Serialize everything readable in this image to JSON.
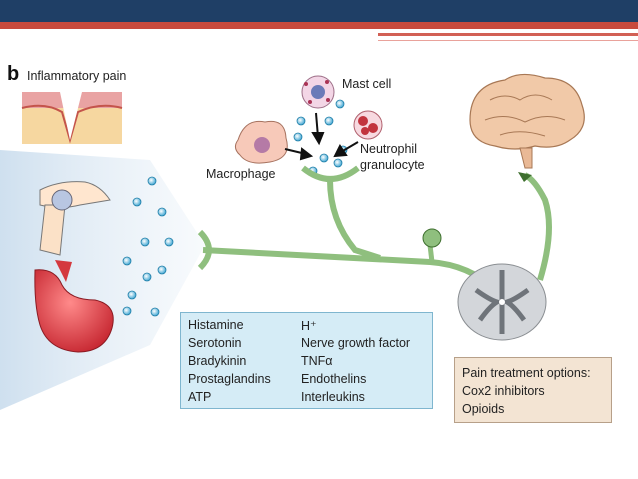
{
  "header": {
    "bar_color": "#1f3f66",
    "accent_color": "#c94a3d"
  },
  "figure": {
    "panel_letter": "b",
    "panel_title": "Inflammatory pain",
    "cells": {
      "mast": "Mast cell",
      "neutrophil_line1": "Neutrophil",
      "neutrophil_line2": "granulocyte",
      "macrophage": "Macrophage"
    },
    "mediators": {
      "left": [
        "Histamine",
        "Serotonin",
        "Bradykinin",
        "Prostaglandins",
        "ATP"
      ],
      "right": [
        "H⁺",
        "Nerve growth factor",
        "TNFα",
        "Endothelins",
        "Interleukins"
      ]
    },
    "treatment": {
      "title": "Pain treatment options:",
      "items": [
        "Cox2 inhibitors",
        "Opioids"
      ]
    },
    "colors": {
      "nerve": "#8fbf7e",
      "mediator_box": "#d5ecf6",
      "treatment_box": "#f3e4d3",
      "molecule": "#3fa6d3"
    }
  }
}
